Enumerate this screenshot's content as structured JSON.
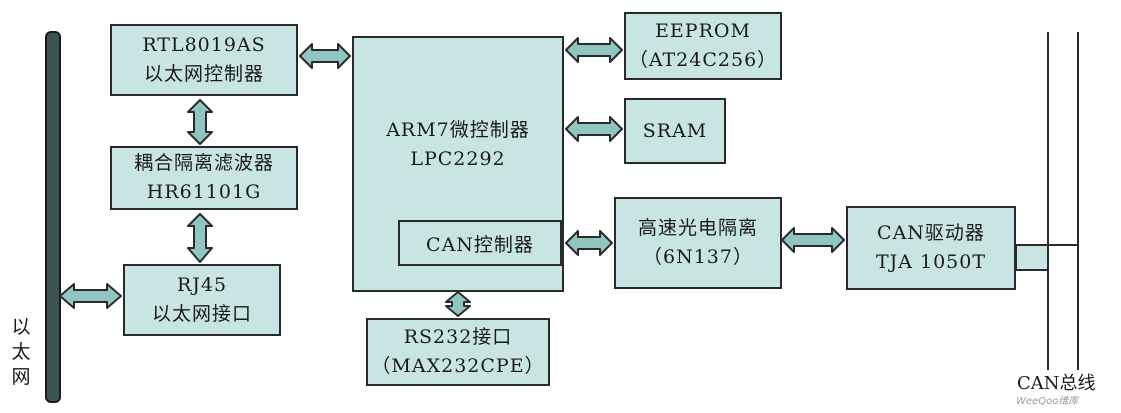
{
  "ethernet_bus_label": "以太网",
  "blocks": {
    "rtl8019as": {
      "line1": "RTL8019AS",
      "line2": "以太网控制器"
    },
    "filter": {
      "line1": "耦合隔离滤波器",
      "line2": "HR61101G"
    },
    "rj45": {
      "line1": "RJ45",
      "line2": "以太网接口"
    },
    "arm7": {
      "line1": "ARM7微控制器",
      "line2": "LPC2292"
    },
    "can_controller": {
      "label": "CAN控制器"
    },
    "rs232": {
      "line1": "RS232接口",
      "line2": "（MAX232CPE）"
    },
    "eeprom": {
      "line1": "EEPROM",
      "line2": "（AT24C256）"
    },
    "sram": {
      "label": "SRAM"
    },
    "optocoupler": {
      "line1": "高速光电隔离",
      "line2": "（6N137）"
    },
    "can_driver": {
      "line1": "CAN驱动器",
      "line2": "TJA 1050T"
    }
  },
  "can_bus_label": "CAN总线",
  "watermark": "WeeQoo维库",
  "colors": {
    "box_fill": "#c8e5e3",
    "arrow_fill": "#8fc6c2",
    "bus_bar": "#3d5452",
    "outline": "#2a2a2a"
  }
}
